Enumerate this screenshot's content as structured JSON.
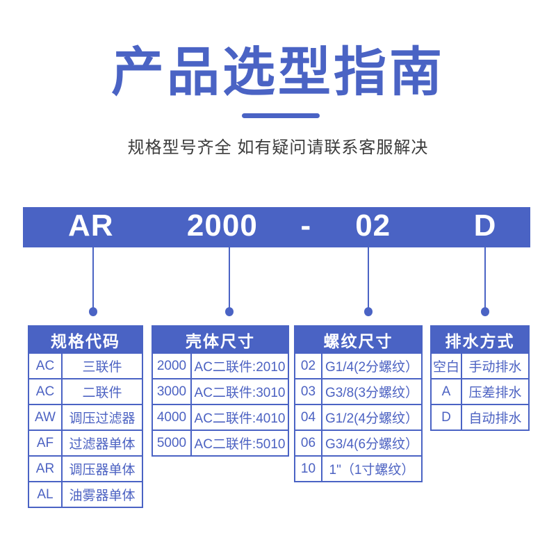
{
  "title": "产品选型指南",
  "subtitle": "规格型号齐全 如有疑问请联系客服解决",
  "model_bar": {
    "segments": [
      "AR",
      "2000",
      "-",
      "02",
      "D"
    ]
  },
  "colors": {
    "accent": "#4a63c4",
    "bar_text": "#ffffff",
    "subtitle_text": "#3c3c3c",
    "background": "#ffffff"
  },
  "tables": [
    {
      "header": "规格代码",
      "rows": [
        {
          "code": "AC",
          "label": "三联件"
        },
        {
          "code": "AC",
          "label": "二联件"
        },
        {
          "code": "AW",
          "label": "调压过滤器"
        },
        {
          "code": "AF",
          "label": "过滤器单体"
        },
        {
          "code": "AR",
          "label": "调压器单体"
        },
        {
          "code": "AL",
          "label": "油雾器单体"
        }
      ]
    },
    {
      "header": "壳体尺寸",
      "rows": [
        {
          "code": "2000",
          "label": "AC二联件:2010"
        },
        {
          "code": "3000",
          "label": "AC二联件:3010"
        },
        {
          "code": "4000",
          "label": "AC二联件:4010"
        },
        {
          "code": "5000",
          "label": "AC二联件:5010"
        }
      ]
    },
    {
      "header": "螺纹尺寸",
      "rows": [
        {
          "code": "02",
          "label": "G1/4(2分螺纹）"
        },
        {
          "code": "03",
          "label": "G3/8(3分螺纹）"
        },
        {
          "code": "04",
          "label": "G1/2(4分螺纹）"
        },
        {
          "code": "06",
          "label": "G3/4(6分螺纹）"
        },
        {
          "code": "10",
          "label": "1\"（1寸螺纹）"
        }
      ]
    },
    {
      "header": "排水方式",
      "rows": [
        {
          "code": "空白",
          "label": "手动排水"
        },
        {
          "code": "A",
          "label": "压差排水"
        },
        {
          "code": "D",
          "label": "自动排水"
        }
      ]
    }
  ]
}
